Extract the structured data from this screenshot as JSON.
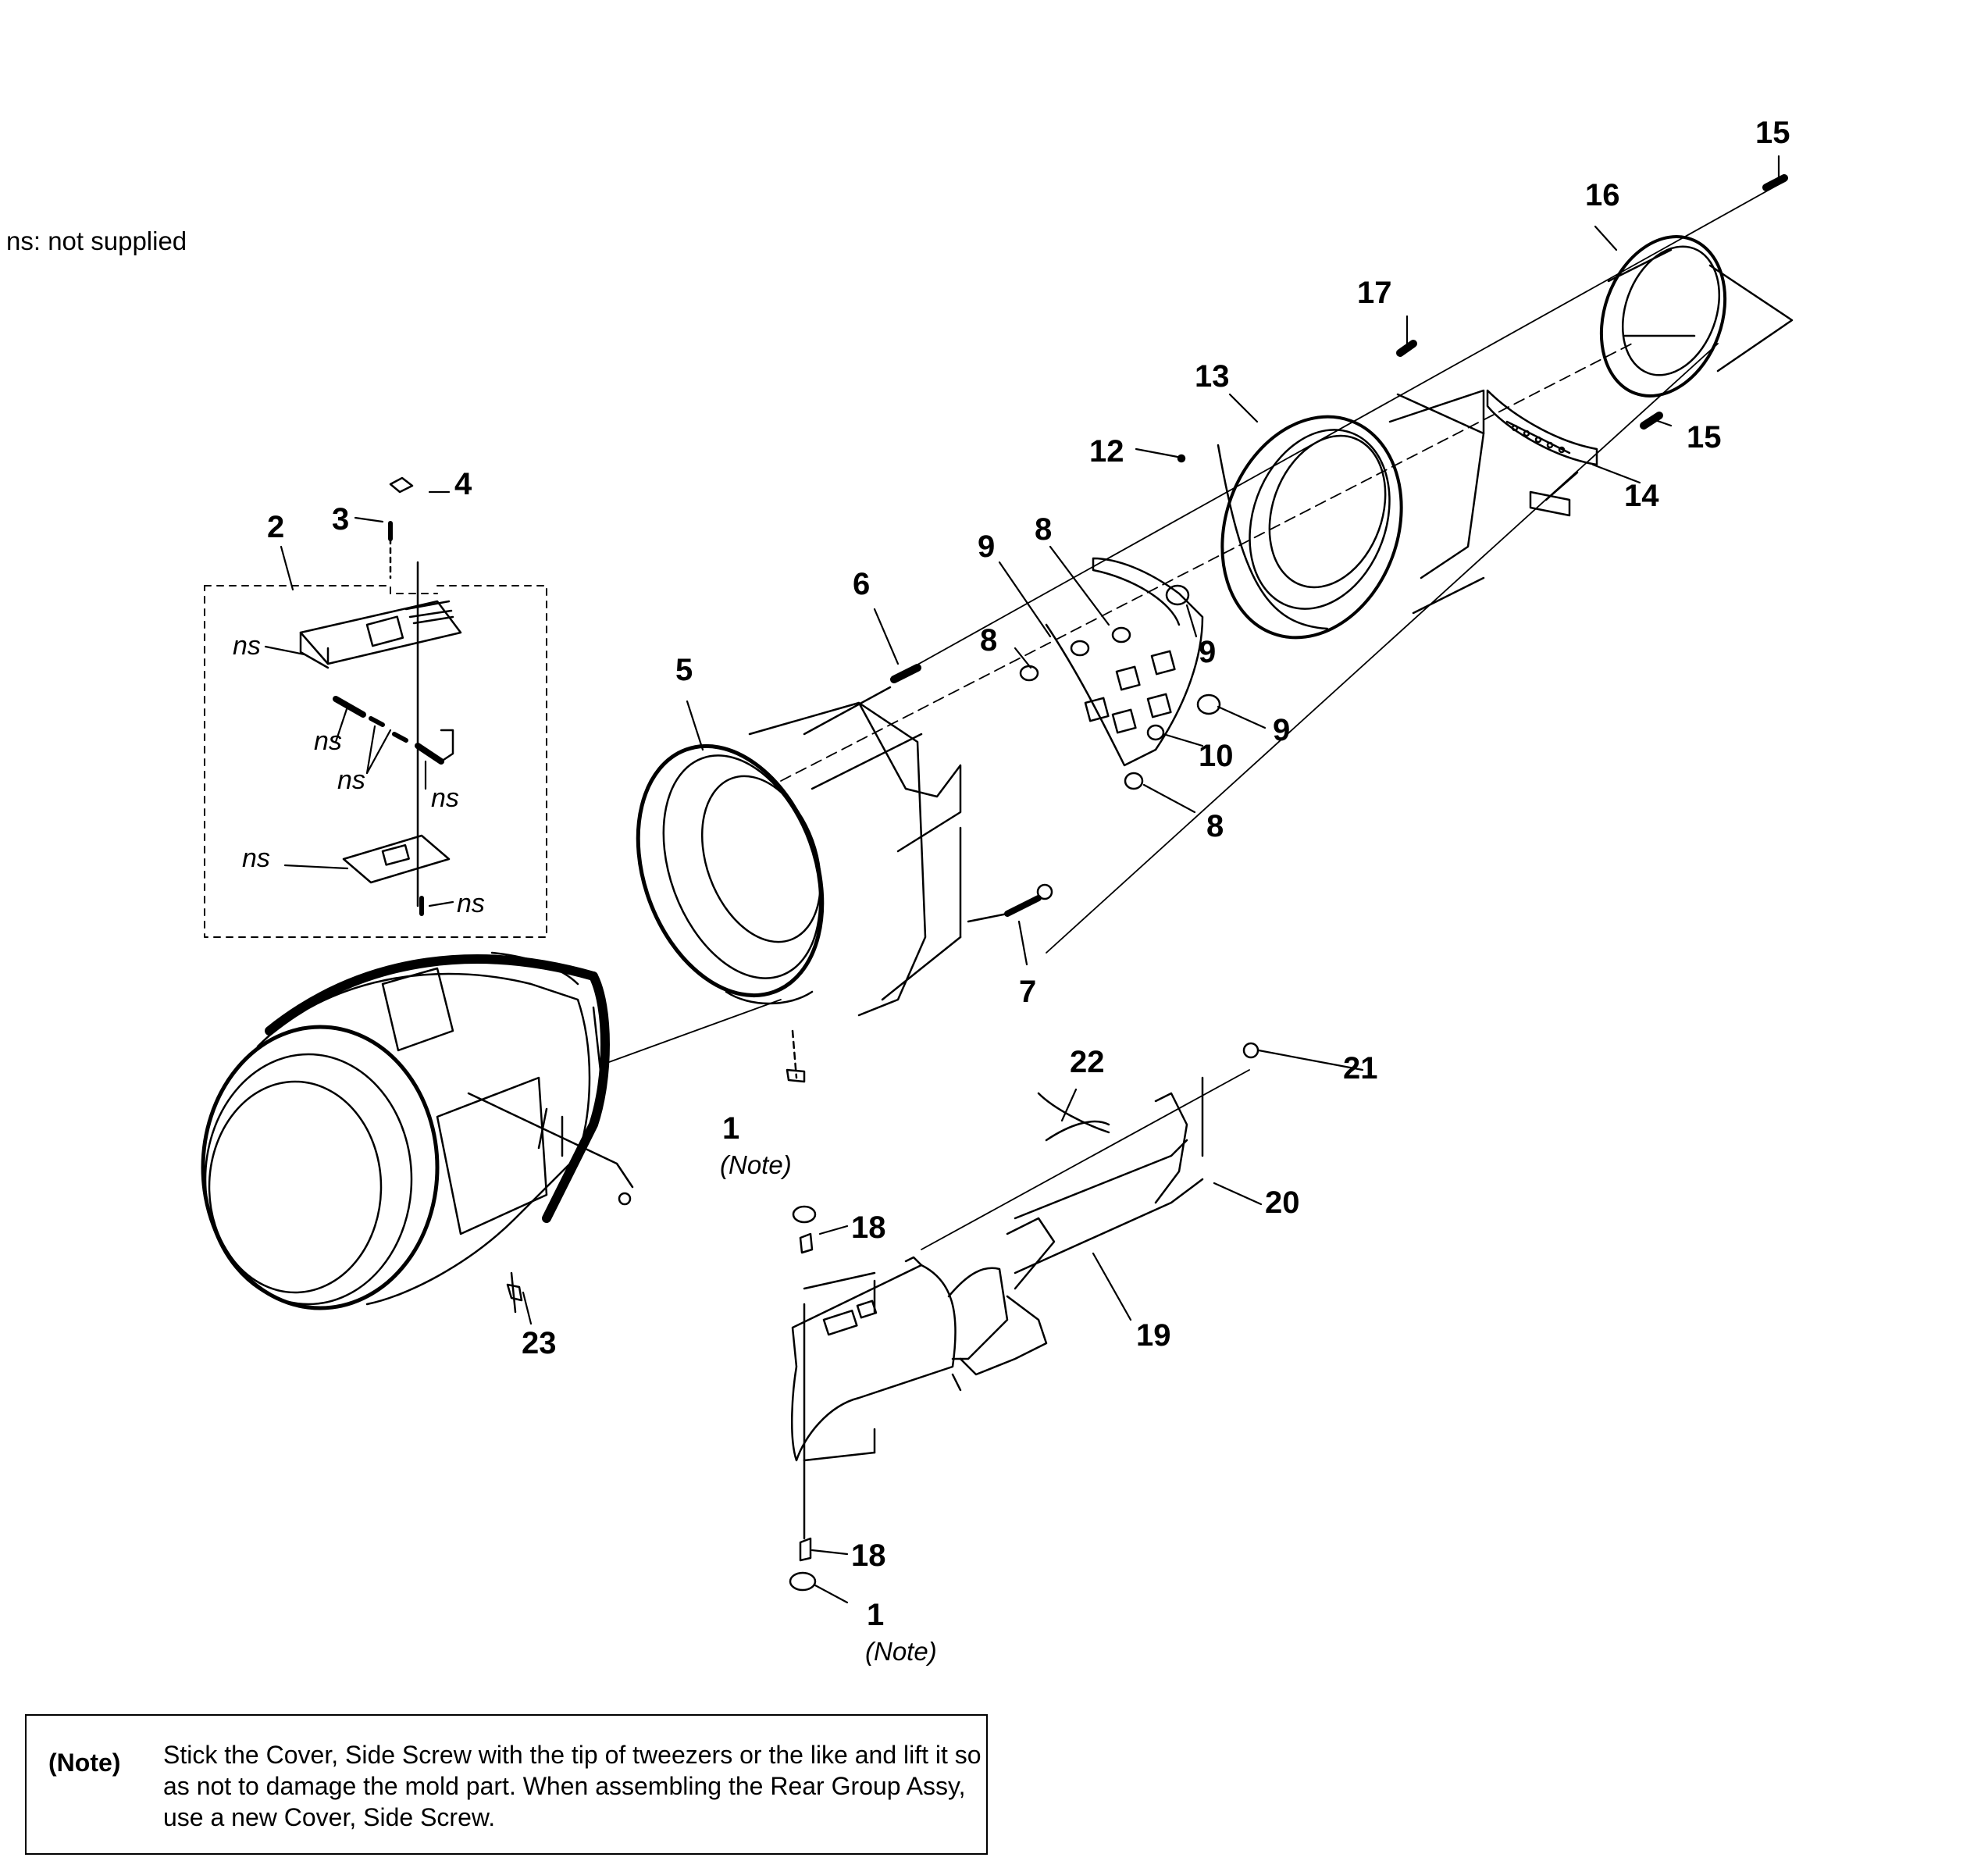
{
  "legend": "ns: not supplied",
  "note": {
    "heading": "(Note)",
    "text": "Stick the Cover, Side Screw with the tip of tweezers or the like and lift it so as not to damage the mold part. When assembling the Rear Group Assy, use a new Cover, Side Screw."
  },
  "callouts": {
    "c1a": "1",
    "c1a_note": "(Note)",
    "c1b": "1",
    "c1b_note": "(Note)",
    "c2": "2",
    "c3": "3",
    "c4": "4",
    "c5": "5",
    "c6": "6",
    "c7": "7",
    "c8a": "8",
    "c8b": "8",
    "c8c": "8",
    "c9a": "9",
    "c9b": "9",
    "c9c": "9",
    "c10": "10",
    "c12": "12",
    "c13": "13",
    "c14": "14",
    "c15a": "15",
    "c15b": "15",
    "c16": "16",
    "c17": "17",
    "c18a": "18",
    "c18b": "18",
    "c19": "19",
    "c20": "20",
    "c21": "21",
    "c22": "22",
    "c23": "23"
  },
  "ns_labels": {
    "n1": "ns",
    "n2": "ns",
    "n3": "ns",
    "n4": "ns",
    "n5": "ns",
    "n6": "ns"
  }
}
